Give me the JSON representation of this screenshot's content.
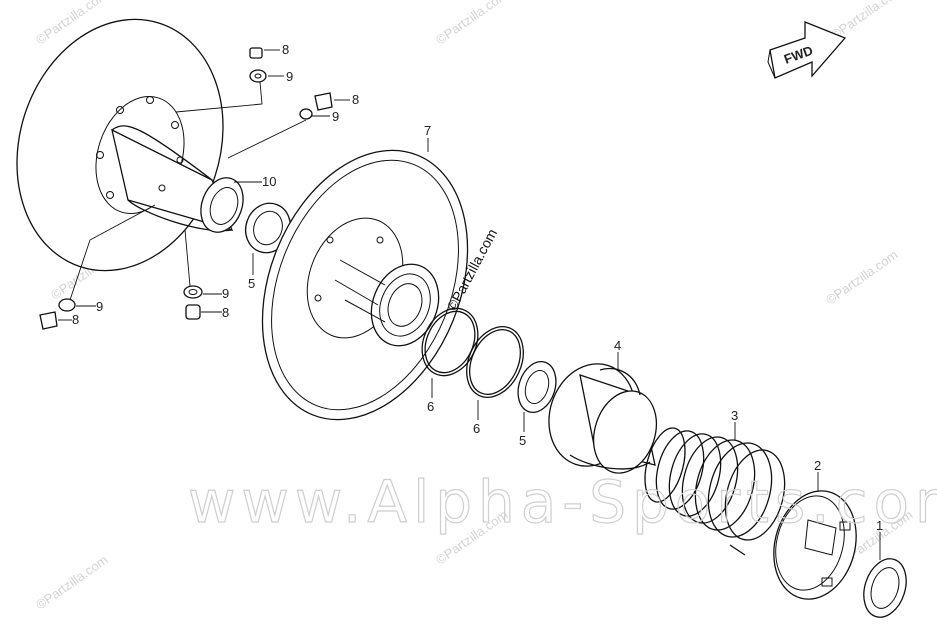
{
  "diagram": {
    "direction_marker": "FWD",
    "callouts": [
      "1",
      "2",
      "3",
      "4",
      "5",
      "5",
      "6",
      "6",
      "7",
      "8",
      "8",
      "8",
      "8",
      "9",
      "9",
      "9",
      "9",
      "10"
    ],
    "watermark_small": "©Partzilla.com",
    "watermark_big": "www.Alpha-Sports.com",
    "watermark_center": "©Partzilla.com",
    "colors": {
      "line": "#111111",
      "watermark": "#cfcfcf",
      "background": "#ffffff"
    }
  }
}
